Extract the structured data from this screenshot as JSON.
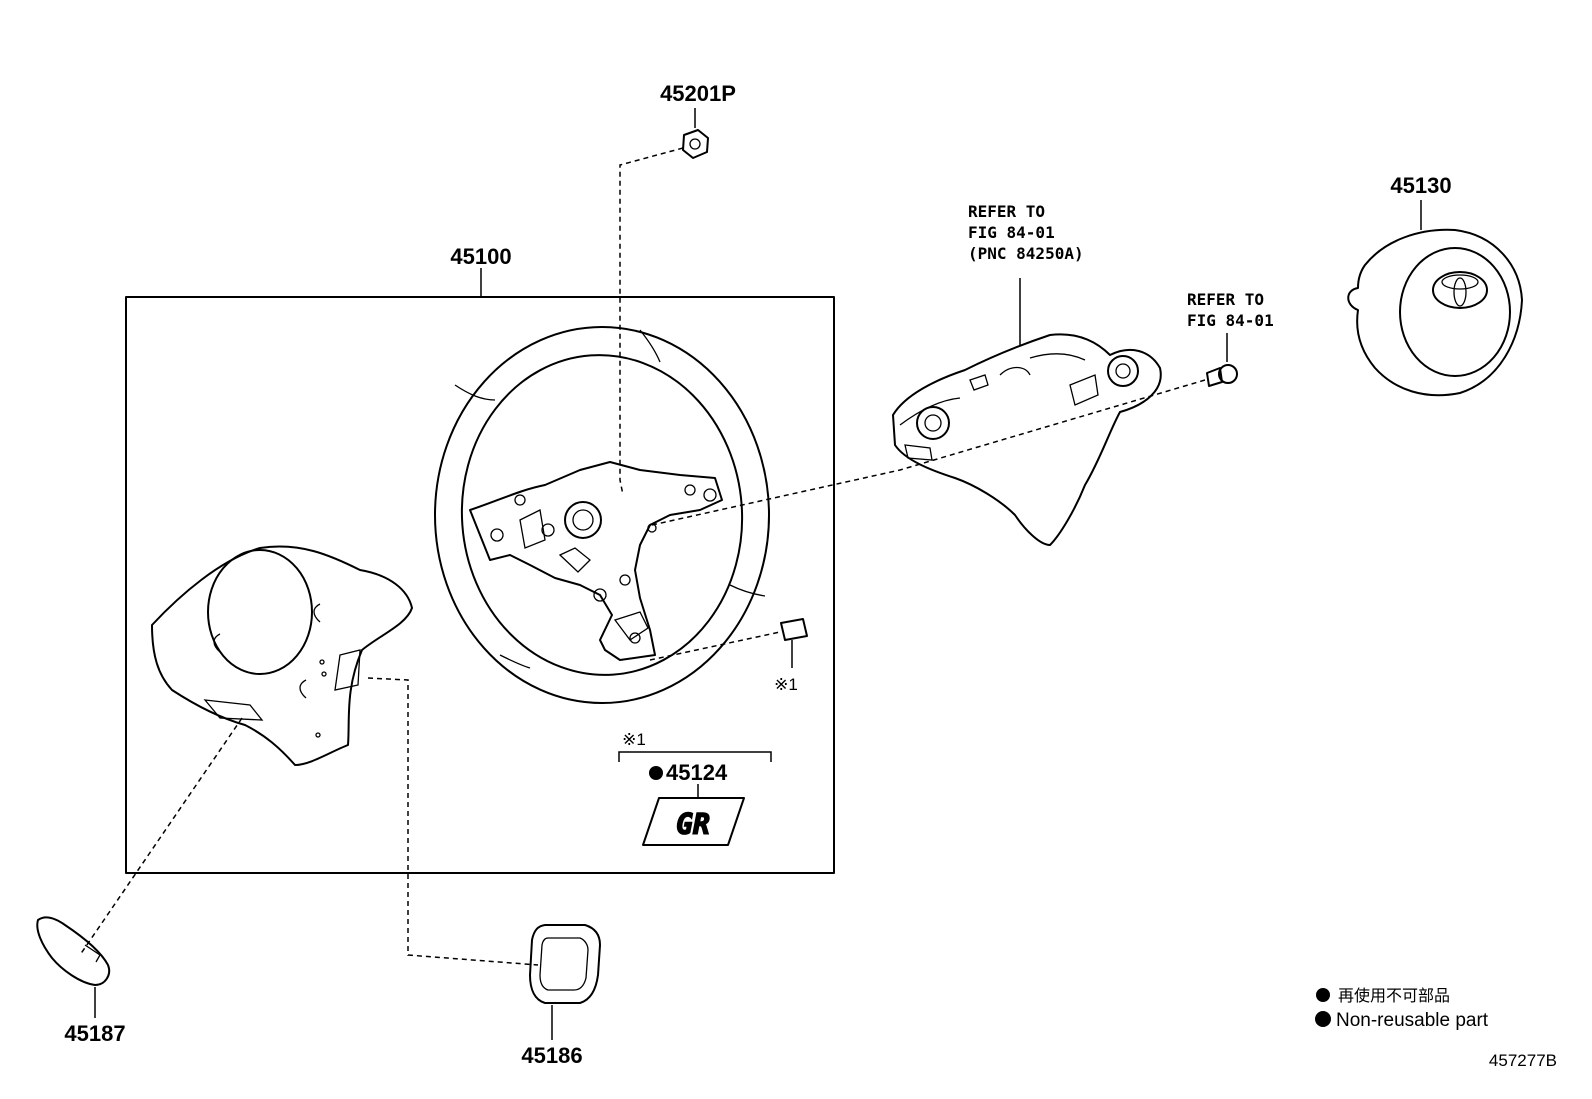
{
  "labels": {
    "p45201P": "45201P",
    "p45100": "45100",
    "p45130": "45130",
    "p45124": "45124",
    "p45187": "45187",
    "p45186": "45186",
    "ref_fig_a_line1": "REFER TO",
    "ref_fig_a_line2": "FIG 84-01",
    "ref_fig_a_line3": "(PNC 84250A)",
    "ref_fig_b_line1": "REFER TO",
    "ref_fig_b_line2": "FIG 84-01",
    "note_mark": "※1",
    "note_mark_group": "※1",
    "emblem_text": "GR"
  },
  "legend": {
    "jp": "再使用不可部品",
    "en": "Non-reusable part"
  },
  "diagram_code": "457277B",
  "colors": {
    "line": "#000000",
    "background": "#ffffff"
  }
}
